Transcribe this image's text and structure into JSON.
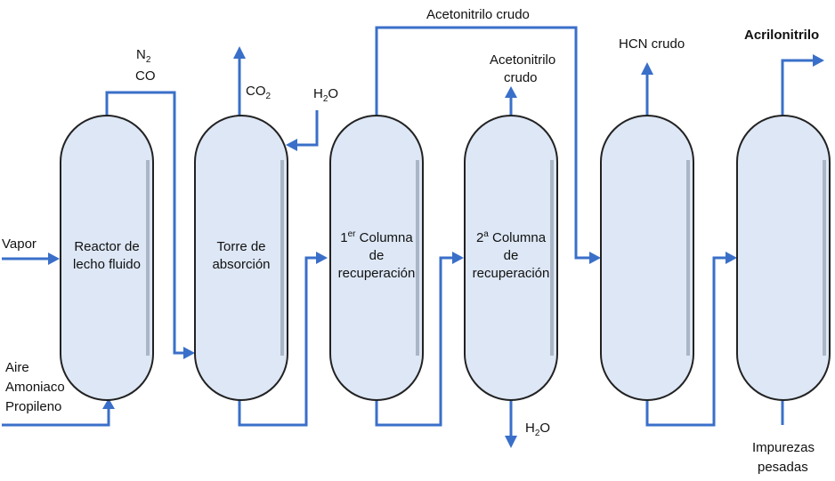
{
  "diagram": {
    "vessels": [
      {
        "line1": "Reactor de",
        "line2": "lecho fluido",
        "line3": ""
      },
      {
        "line1": "Torre de",
        "line2": "absorción",
        "line3": ""
      },
      {
        "line1_pre": "1",
        "line1_sup": "er",
        "line1_post": " Columna",
        "line2": "de",
        "line3": "recuperación"
      },
      {
        "line1_pre": "2",
        "line1_sup": "a",
        "line1_post": " Columna",
        "line2": "de",
        "line3": "recuperación"
      },
      {
        "line1": "",
        "line2": "",
        "line3": ""
      },
      {
        "line1": "",
        "line2": "",
        "line3": ""
      }
    ],
    "streams": {
      "vapor": "Vapor",
      "aire": "Aire",
      "amoniaco": "Amoniaco",
      "propileno": "Propileno",
      "n2_base": "N",
      "n2_sub": "2",
      "co": "CO",
      "co2_base": "CO",
      "co2_sub": "2",
      "h2o_in_h": "H",
      "h2o_in_sub": "2",
      "h2o_in_o": "O",
      "acetonitrilo_top": "Acetonitrilo crudo",
      "acetonitrilo_1": "Acetonitrilo",
      "acetonitrilo_2": "crudo",
      "h2o_out_h": "H",
      "h2o_out_sub": "2",
      "h2o_out_o": "O",
      "hcn": "HCN crudo",
      "acrilonitrilo": "Acrilonitrilo",
      "impurezas_1": "Impurezas",
      "impurezas_2": "pesadas"
    }
  }
}
